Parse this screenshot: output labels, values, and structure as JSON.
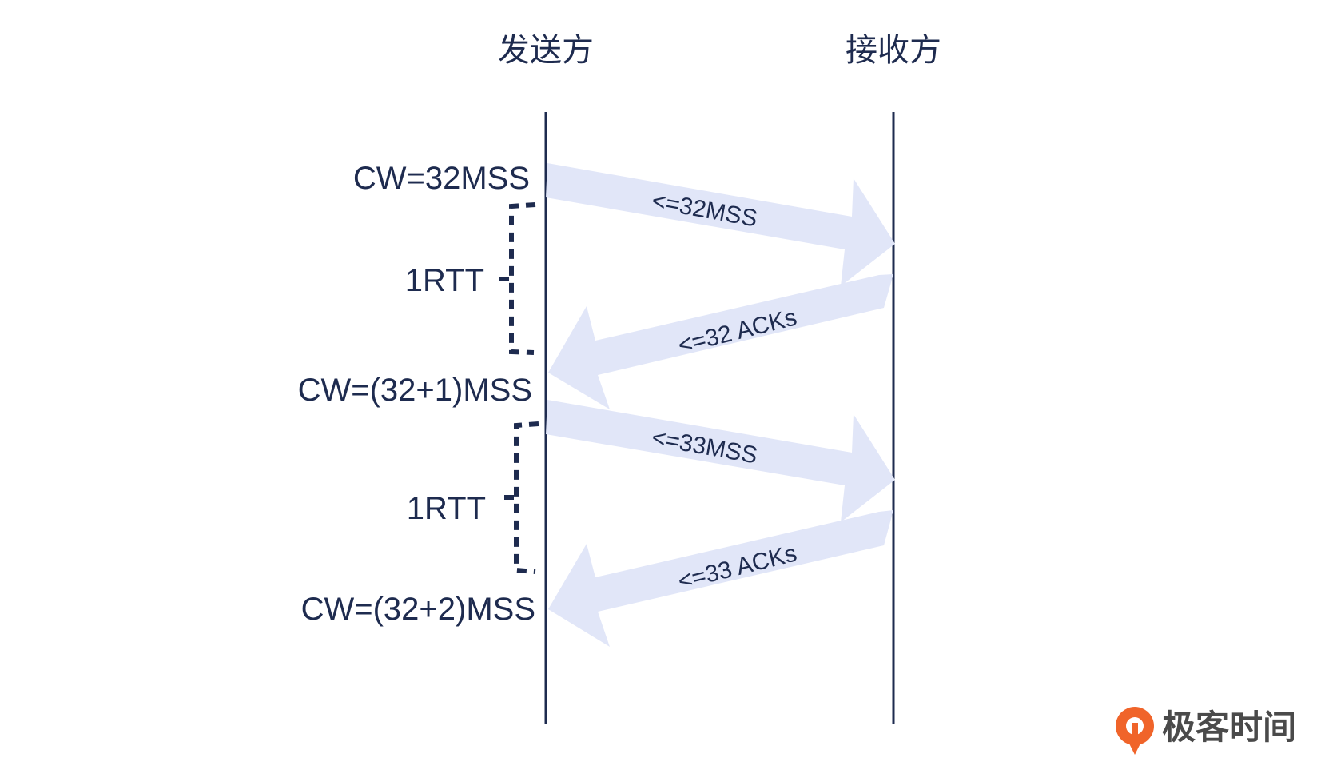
{
  "headings": {
    "sender": "发送方",
    "receiver": "接收方"
  },
  "sender_labels": {
    "cw1": "CW=32MSS",
    "cw2": "CW=(32+1)MSS",
    "cw3": "CW=(32+2)MSS",
    "rtt1": "1RTT",
    "rtt2": "1RTT"
  },
  "arrows": {
    "send1": "<=32MSS",
    "ack1": "<=32 ACKs",
    "send2": "<=33MSS",
    "ack2": "<=33 ACKs"
  },
  "logo": {
    "text": "极客时间",
    "color": "#f0642a"
  },
  "colors": {
    "line": "#1e2b4f",
    "arrow_fill": "#e1e6f8"
  }
}
